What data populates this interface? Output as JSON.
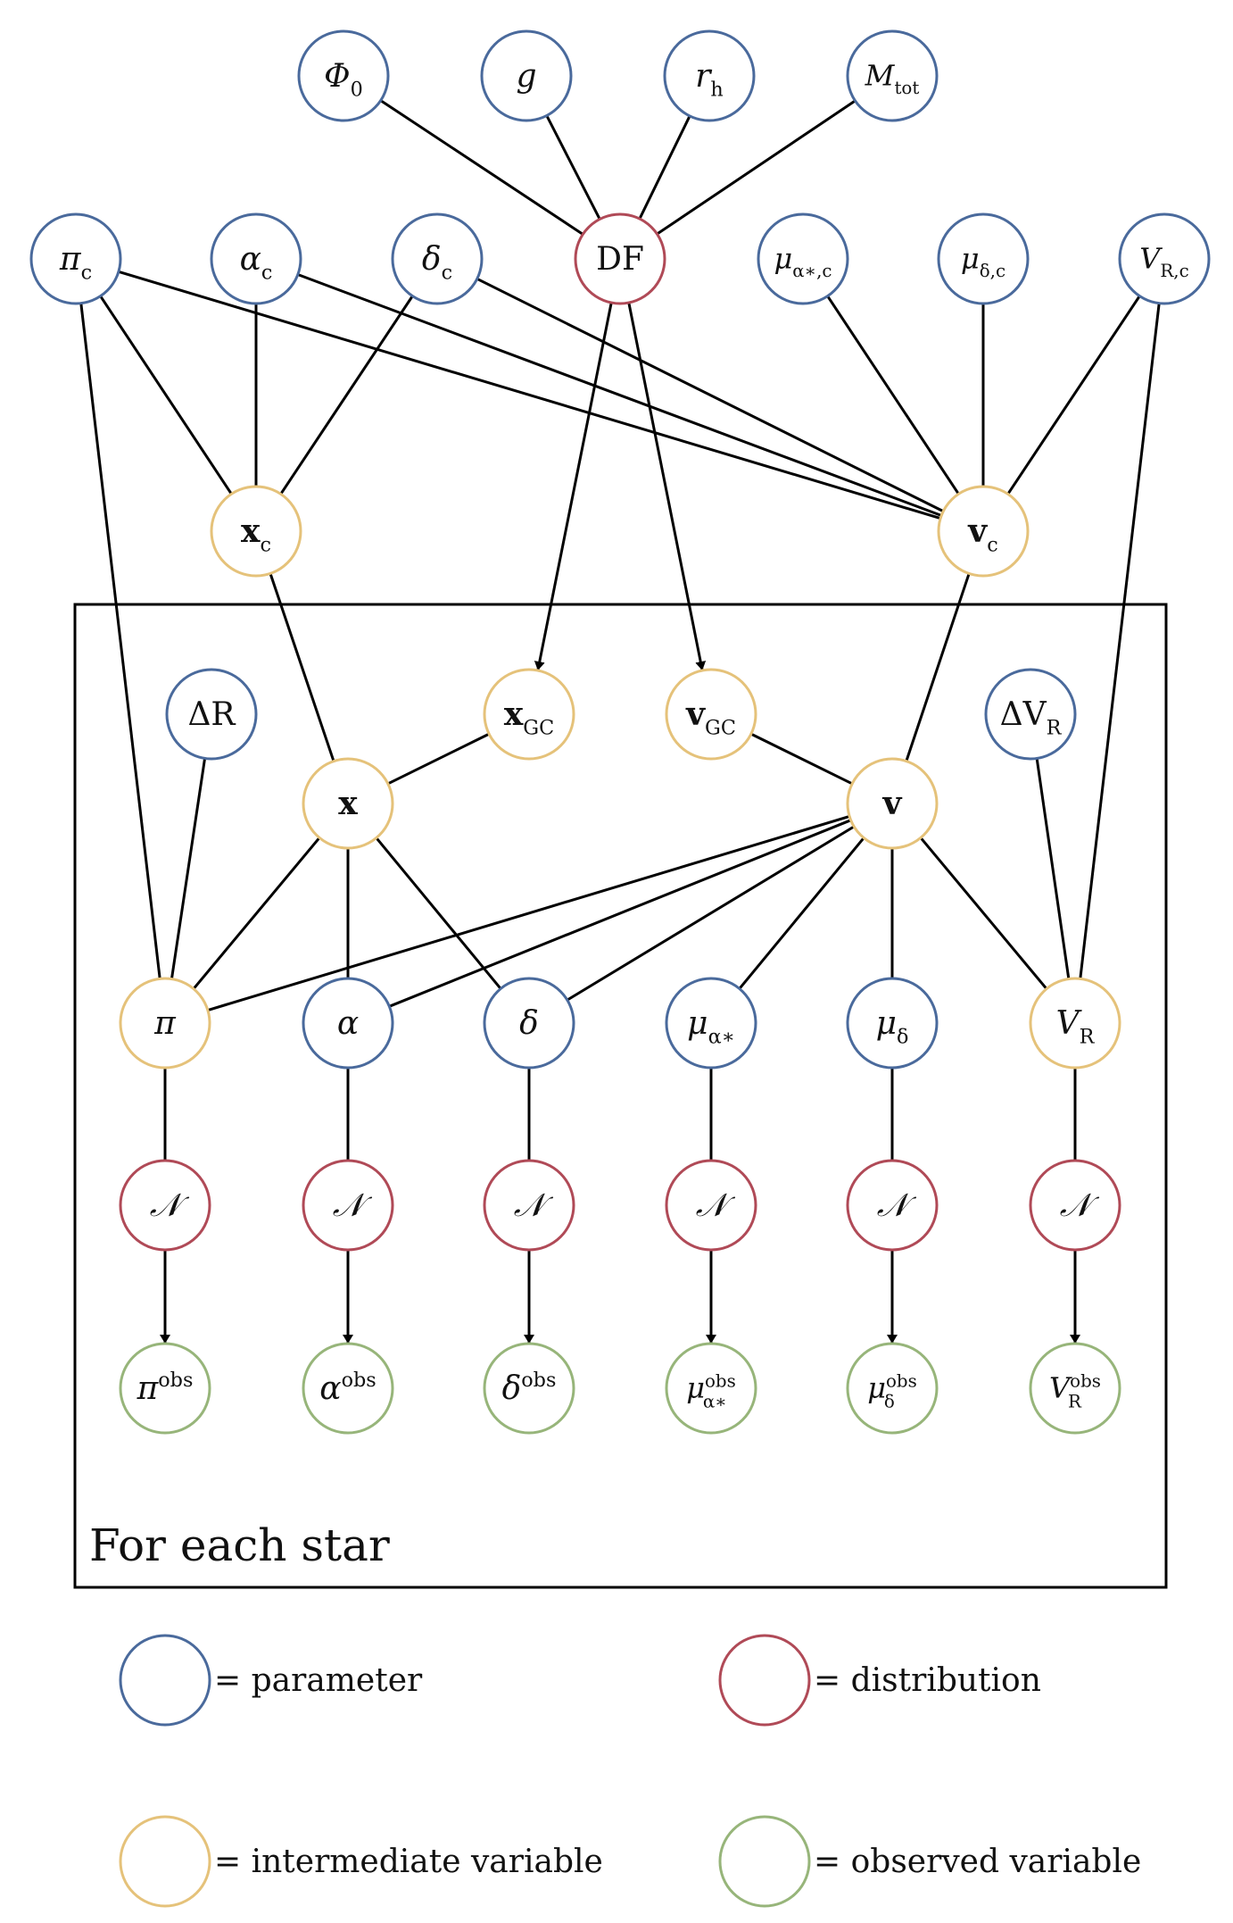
{
  "colors": {
    "parameter": "#4a6a9c",
    "distribution": "#b04a57",
    "intermediate": "#e5c27a",
    "observed": "#97b57a",
    "edge": "#000000"
  },
  "plate": {
    "label": "For each star"
  },
  "nodes": [
    {
      "id": "phi0",
      "kind": "parameter",
      "label": "Φ",
      "sub": "0",
      "sup": ""
    },
    {
      "id": "g",
      "kind": "parameter",
      "label": "g",
      "sub": "",
      "sup": ""
    },
    {
      "id": "rh",
      "kind": "parameter",
      "label": "r",
      "sub": "h",
      "sup": ""
    },
    {
      "id": "mtot",
      "kind": "parameter",
      "label": "M",
      "sub": "tot",
      "sup": ""
    },
    {
      "id": "pic",
      "kind": "parameter",
      "label": "π",
      "sub": "c",
      "sup": ""
    },
    {
      "id": "alphac",
      "kind": "parameter",
      "label": "α",
      "sub": "c",
      "sup": ""
    },
    {
      "id": "deltac",
      "kind": "parameter",
      "label": "δ",
      "sub": "c",
      "sup": ""
    },
    {
      "id": "df",
      "kind": "distribution",
      "label": "DF",
      "sub": "",
      "sup": ""
    },
    {
      "id": "muac",
      "kind": "parameter",
      "label": "μ",
      "sub": "α∗,c",
      "sup": ""
    },
    {
      "id": "mudc",
      "kind": "parameter",
      "label": "μ",
      "sub": "δ,c",
      "sup": ""
    },
    {
      "id": "vrc",
      "kind": "parameter",
      "label": "V",
      "sub": "R,c",
      "sup": ""
    },
    {
      "id": "xc",
      "kind": "intermediate",
      "label": "x",
      "sub": "c",
      "sup": "",
      "bold": true
    },
    {
      "id": "vc",
      "kind": "intermediate",
      "label": "v",
      "sub": "c",
      "sup": "",
      "bold": true
    },
    {
      "id": "dR",
      "kind": "parameter",
      "label": "ΔR",
      "sub": "",
      "sup": ""
    },
    {
      "id": "xgc",
      "kind": "intermediate",
      "label": "x",
      "sub": "GC",
      "sup": "",
      "bold": true
    },
    {
      "id": "vgc",
      "kind": "intermediate",
      "label": "v",
      "sub": "GC",
      "sup": "",
      "bold": true
    },
    {
      "id": "dVR",
      "kind": "parameter",
      "label": "ΔV",
      "sub": "R",
      "sup": ""
    },
    {
      "id": "x",
      "kind": "intermediate",
      "label": "x",
      "sub": "",
      "sup": "",
      "bold": true
    },
    {
      "id": "v",
      "kind": "intermediate",
      "label": "v",
      "sub": "",
      "sup": "",
      "bold": true
    },
    {
      "id": "pi",
      "kind": "intermediate",
      "label": "π",
      "sub": "",
      "sup": ""
    },
    {
      "id": "alpha",
      "kind": "parameter",
      "label": "α",
      "sub": "",
      "sup": ""
    },
    {
      "id": "delta",
      "kind": "parameter",
      "label": "δ",
      "sub": "",
      "sup": ""
    },
    {
      "id": "mua",
      "kind": "parameter",
      "label": "μ",
      "sub": "α∗",
      "sup": ""
    },
    {
      "id": "mud",
      "kind": "parameter",
      "label": "μ",
      "sub": "δ",
      "sup": ""
    },
    {
      "id": "vr",
      "kind": "intermediate",
      "label": "V",
      "sub": "R",
      "sup": ""
    },
    {
      "id": "n1",
      "kind": "distribution",
      "label": "𝒩",
      "sub": "",
      "sup": ""
    },
    {
      "id": "n2",
      "kind": "distribution",
      "label": "𝒩",
      "sub": "",
      "sup": ""
    },
    {
      "id": "n3",
      "kind": "distribution",
      "label": "𝒩",
      "sub": "",
      "sup": ""
    },
    {
      "id": "n4",
      "kind": "distribution",
      "label": "𝒩",
      "sub": "",
      "sup": ""
    },
    {
      "id": "n5",
      "kind": "distribution",
      "label": "𝒩",
      "sub": "",
      "sup": ""
    },
    {
      "id": "n6",
      "kind": "distribution",
      "label": "𝒩",
      "sub": "",
      "sup": ""
    },
    {
      "id": "piobs",
      "kind": "observed",
      "label": "π",
      "sub": "",
      "sup": "obs"
    },
    {
      "id": "alphaobs",
      "kind": "observed",
      "label": "α",
      "sub": "",
      "sup": "obs"
    },
    {
      "id": "deltaobs",
      "kind": "observed",
      "label": "δ",
      "sub": "",
      "sup": "obs"
    },
    {
      "id": "muaobs",
      "kind": "observed",
      "label": "μ",
      "sub": "α∗",
      "sup": "obs"
    },
    {
      "id": "mudobs",
      "kind": "observed",
      "label": "μ",
      "sub": "δ",
      "sup": "obs"
    },
    {
      "id": "vrobs",
      "kind": "observed",
      "label": "V",
      "sub": "R",
      "sup": "obs"
    }
  ],
  "edges": [
    {
      "from": "phi0",
      "to": "df"
    },
    {
      "from": "g",
      "to": "df"
    },
    {
      "from": "rh",
      "to": "df"
    },
    {
      "from": "mtot",
      "to": "df"
    },
    {
      "from": "df",
      "to": "xgc",
      "arrow": true
    },
    {
      "from": "df",
      "to": "vgc",
      "arrow": true
    },
    {
      "from": "pic",
      "to": "xc"
    },
    {
      "from": "alphac",
      "to": "xc"
    },
    {
      "from": "deltac",
      "to": "xc"
    },
    {
      "from": "pic",
      "to": "vc"
    },
    {
      "from": "alphac",
      "to": "vc"
    },
    {
      "from": "deltac",
      "to": "vc"
    },
    {
      "from": "muac",
      "to": "vc"
    },
    {
      "from": "mudc",
      "to": "vc"
    },
    {
      "from": "vrc",
      "to": "vc"
    },
    {
      "from": "pic",
      "to": "pi"
    },
    {
      "from": "vrc",
      "to": "vr"
    },
    {
      "from": "xc",
      "to": "x"
    },
    {
      "from": "vc",
      "to": "v"
    },
    {
      "from": "xgc",
      "to": "x"
    },
    {
      "from": "vgc",
      "to": "v"
    },
    {
      "from": "dR",
      "to": "pi"
    },
    {
      "from": "dVR",
      "to": "vr"
    },
    {
      "from": "x",
      "to": "pi"
    },
    {
      "from": "x",
      "to": "alpha"
    },
    {
      "from": "x",
      "to": "delta"
    },
    {
      "from": "v",
      "to": "pi"
    },
    {
      "from": "v",
      "to": "alpha"
    },
    {
      "from": "v",
      "to": "delta"
    },
    {
      "from": "v",
      "to": "mua"
    },
    {
      "from": "v",
      "to": "mud"
    },
    {
      "from": "v",
      "to": "vr"
    },
    {
      "from": "pi",
      "to": "n1"
    },
    {
      "from": "alpha",
      "to": "n2"
    },
    {
      "from": "delta",
      "to": "n3"
    },
    {
      "from": "mua",
      "to": "n4"
    },
    {
      "from": "mud",
      "to": "n5"
    },
    {
      "from": "vr",
      "to": "n6"
    },
    {
      "from": "n1",
      "to": "piobs",
      "arrow": true
    },
    {
      "from": "n2",
      "to": "alphaobs",
      "arrow": true
    },
    {
      "from": "n3",
      "to": "deltaobs",
      "arrow": true
    },
    {
      "from": "n4",
      "to": "muaobs",
      "arrow": true
    },
    {
      "from": "n5",
      "to": "mudobs",
      "arrow": true
    },
    {
      "from": "n6",
      "to": "vrobs",
      "arrow": true
    }
  ],
  "legend": [
    {
      "kind": "parameter",
      "text": "= parameter"
    },
    {
      "kind": "distribution",
      "text": "= distribution"
    },
    {
      "kind": "intermediate",
      "text": "= intermediate variable"
    },
    {
      "kind": "observed",
      "text": "= observed variable"
    }
  ]
}
